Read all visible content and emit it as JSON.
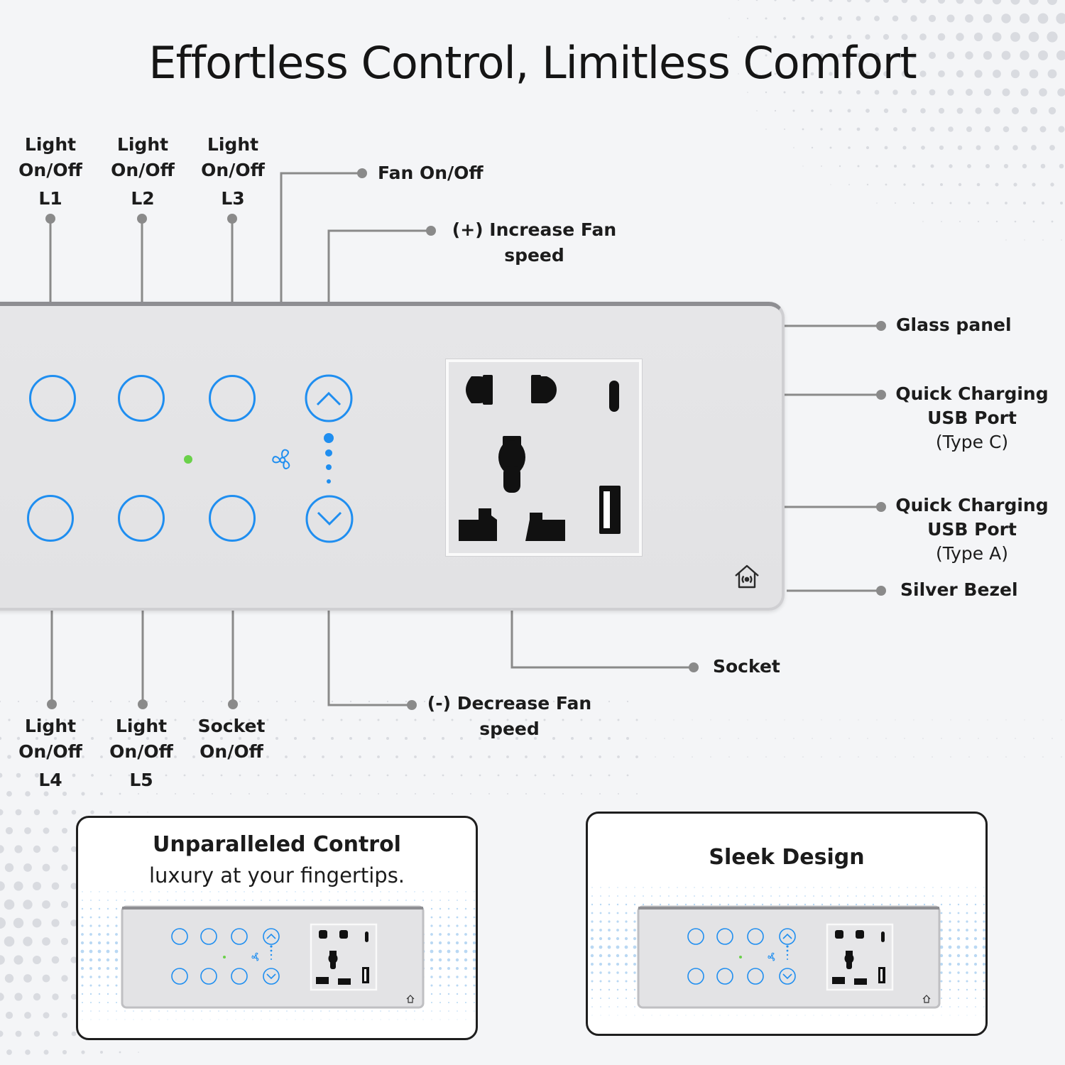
{
  "title": "Effortless Control, Limitless Comfort",
  "colors": {
    "touch_ring": "#1f8ef0",
    "indicator_green": "#6ad14a",
    "leader_line": "#8a8a8a",
    "socket_black": "#111111"
  },
  "labels": {
    "l1": [
      "Light",
      "On/Off",
      "L1"
    ],
    "l2": [
      "Light",
      "On/Off",
      "L2"
    ],
    "l3": [
      "Light",
      "On/Off",
      "L3"
    ],
    "l4": [
      "Light",
      "On/Off",
      "L4"
    ],
    "l5": [
      "Light",
      "On/Off",
      "L5"
    ],
    "socket_onoff": [
      "Socket",
      "On/Off"
    ],
    "fan_onoff": "Fan On/Off",
    "increase_fan": [
      "(+) Increase Fan",
      "speed"
    ],
    "decrease_fan": [
      "(-) Decrease Fan",
      "speed"
    ],
    "glass_panel": "Glass panel",
    "usb_c": [
      "Quick Charging",
      "USB Port",
      "(Type C)"
    ],
    "usb_a": [
      "Quick Charging",
      "USB Port",
      "(Type A)"
    ],
    "silver_bezel": "Silver Bezel",
    "socket": "Socket"
  },
  "cards": [
    {
      "title": "Unparalleled Control",
      "subtitle": "luxury at your fingertips."
    },
    {
      "title": "Sleek Design"
    }
  ],
  "icons": [
    "fan-icon",
    "chevron-up-icon",
    "chevron-down-icon",
    "smart-home-icon"
  ]
}
